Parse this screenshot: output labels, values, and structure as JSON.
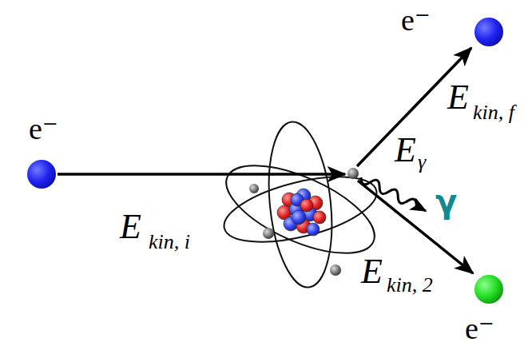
{
  "diagram": {
    "labels": [
      "e⁻",
      "E",
      "kin, i",
      "e⁻",
      "E",
      "kin, f",
      "E",
      "γ",
      "γ",
      "E",
      "kin, 2",
      "e⁻"
    ]
  }
}
